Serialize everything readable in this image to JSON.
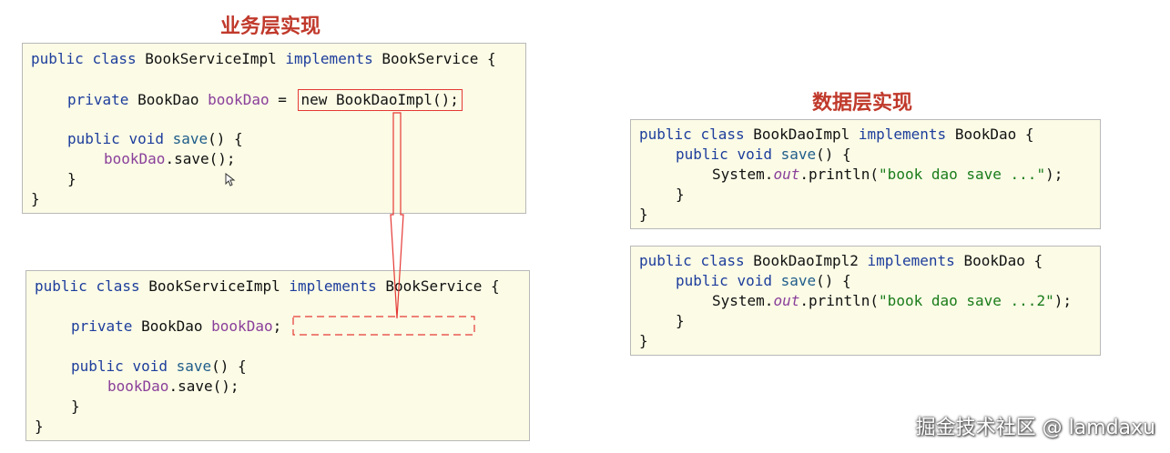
{
  "headings": {
    "service": "业务层实现",
    "dao": "数据层实现"
  },
  "code_before": {
    "l1": {
      "kw1": "public",
      "kw2": "class",
      "name": "BookServiceImpl",
      "kw3": "implements",
      "iface": "BookService",
      "brace": "{"
    },
    "l2": {
      "kw": "private",
      "type": "BookDao",
      "field": "bookDao",
      "eq": "=",
      "init": "new BookDaoImpl();"
    },
    "l3": {
      "kw1": "public",
      "kw2": "void",
      "method": "save",
      "rest": "() {"
    },
    "l4": {
      "field": "bookDao",
      "call": ".save();"
    },
    "l5": "}",
    "l6": "}"
  },
  "code_after": {
    "l1": {
      "kw1": "public",
      "kw2": "class",
      "name": "BookServiceImpl",
      "kw3": "implements",
      "iface": "BookService",
      "brace": "{"
    },
    "l2": {
      "kw": "private",
      "type": "BookDao",
      "field": "bookDao",
      "semi": ";"
    },
    "l3": {
      "kw1": "public",
      "kw2": "void",
      "method": "save",
      "rest": "() {"
    },
    "l4": {
      "field": "bookDao",
      "call": ".save();"
    },
    "l5": "}",
    "l6": "}"
  },
  "dao_impl_1": {
    "l1": {
      "kw1": "public",
      "kw2": "class",
      "name": "BookDaoImpl",
      "kw3": "implements",
      "iface": "BookDao",
      "brace": "{"
    },
    "l2": {
      "kw1": "public",
      "kw2": "void",
      "method": "save",
      "rest": "() {"
    },
    "l3": {
      "cls": "System.",
      "out": "out",
      "call": ".println(",
      "str": "\"book dao save ...\"",
      "end": ");"
    },
    "l4": "}",
    "l5": "}"
  },
  "dao_impl_2": {
    "l1": {
      "kw1": "public",
      "kw2": "class",
      "name": "BookDaoImpl2",
      "kw3": "implements",
      "iface": "BookDao",
      "brace": "{"
    },
    "l2": {
      "kw1": "public",
      "kw2": "void",
      "method": "save",
      "rest": "() {"
    },
    "l3": {
      "cls": "System.",
      "out": "out",
      "call": ".println(",
      "str": "\"book dao save ...2\"",
      "end": ");"
    },
    "l4": "}",
    "l5": "}"
  },
  "watermark": "掘金技术社区 @ lamdaxu",
  "colors": {
    "heading": "#c0392b",
    "highlight": "#e53935",
    "code_bg": "#fbfbe6"
  },
  "icons": [
    "mouse-cursor-icon"
  ]
}
